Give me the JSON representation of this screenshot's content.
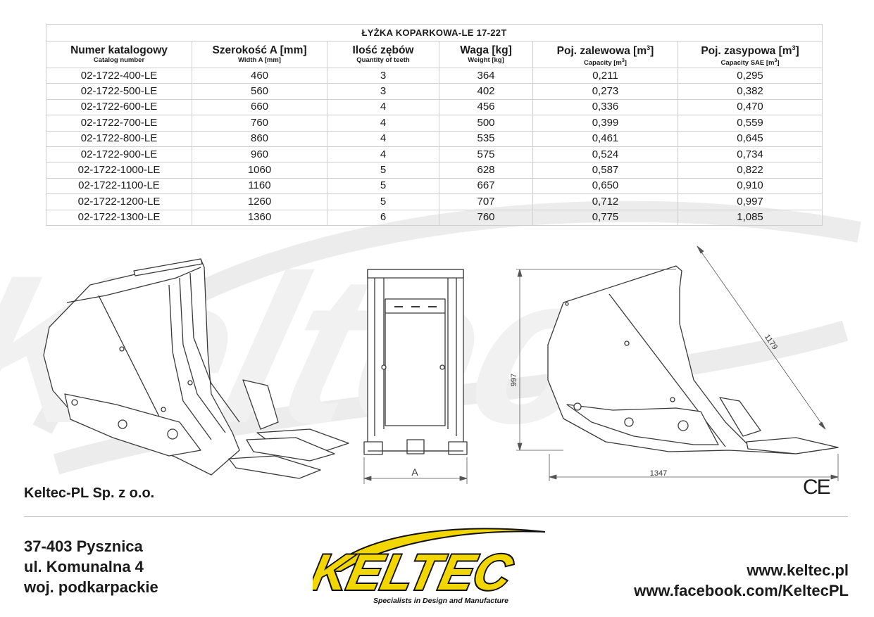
{
  "table": {
    "title": "ŁYŻKA KOPARKOWA-LE 17-22T",
    "headers": [
      {
        "pl": "Numer katalogowy",
        "en": "Catalog number"
      },
      {
        "pl": "Szerokość A [mm]",
        "en": "Width A [mm]"
      },
      {
        "pl": "Ilość zębów",
        "en": "Quantity of teeth"
      },
      {
        "pl": "Waga [kg]",
        "en": "Weight [kg]"
      },
      {
        "pl": "Poj. zalewowa [m³]",
        "en": "Capacity [m³]"
      },
      {
        "pl": "Poj. zasypowa [m³]",
        "en": "Capacity SAE [m³]"
      }
    ],
    "rows": [
      [
        "02-1722-400-LE",
        "460",
        "3",
        "364",
        "0,211",
        "0,295"
      ],
      [
        "02-1722-500-LE",
        "560",
        "3",
        "402",
        "0,273",
        "0,382"
      ],
      [
        "02-1722-600-LE",
        "660",
        "4",
        "456",
        "0,336",
        "0,470"
      ],
      [
        "02-1722-700-LE",
        "760",
        "4",
        "500",
        "0,399",
        "0,559"
      ],
      [
        "02-1722-800-LE",
        "860",
        "4",
        "535",
        "0,461",
        "0,645"
      ],
      [
        "02-1722-900-LE",
        "960",
        "4",
        "575",
        "0,524",
        "0,734"
      ],
      [
        "02-1722-1000-LE",
        "1060",
        "5",
        "628",
        "0,587",
        "0,822"
      ],
      [
        "02-1722-1100-LE",
        "1160",
        "5",
        "667",
        "0,650",
        "0,910"
      ],
      [
        "02-1722-1200-LE",
        "1260",
        "5",
        "707",
        "0,712",
        "0,997"
      ],
      [
        "02-1722-1300-LE",
        "1360",
        "6",
        "760",
        "0,775",
        "1,085"
      ]
    ]
  },
  "drawing": {
    "width_label": "A",
    "height_dim": "997",
    "diagonal_dim": "1179",
    "length_dim": "1347"
  },
  "company": {
    "name": "Keltec-PL Sp. z o.o.",
    "address_lines": [
      "37-403 Pysznica",
      "ul. Komunalna 4",
      "woj. podkarpackie"
    ],
    "website": "www.keltec.pl",
    "facebook": "www.facebook.com/KeltecPL"
  },
  "mark": "CE",
  "logo": {
    "text": "KELTEC",
    "tagline": "Specialists in Design and Manufacture"
  },
  "colors": {
    "logo_yellow": "#f2d600",
    "logo_black": "#111111",
    "watermark": "#ececec"
  }
}
